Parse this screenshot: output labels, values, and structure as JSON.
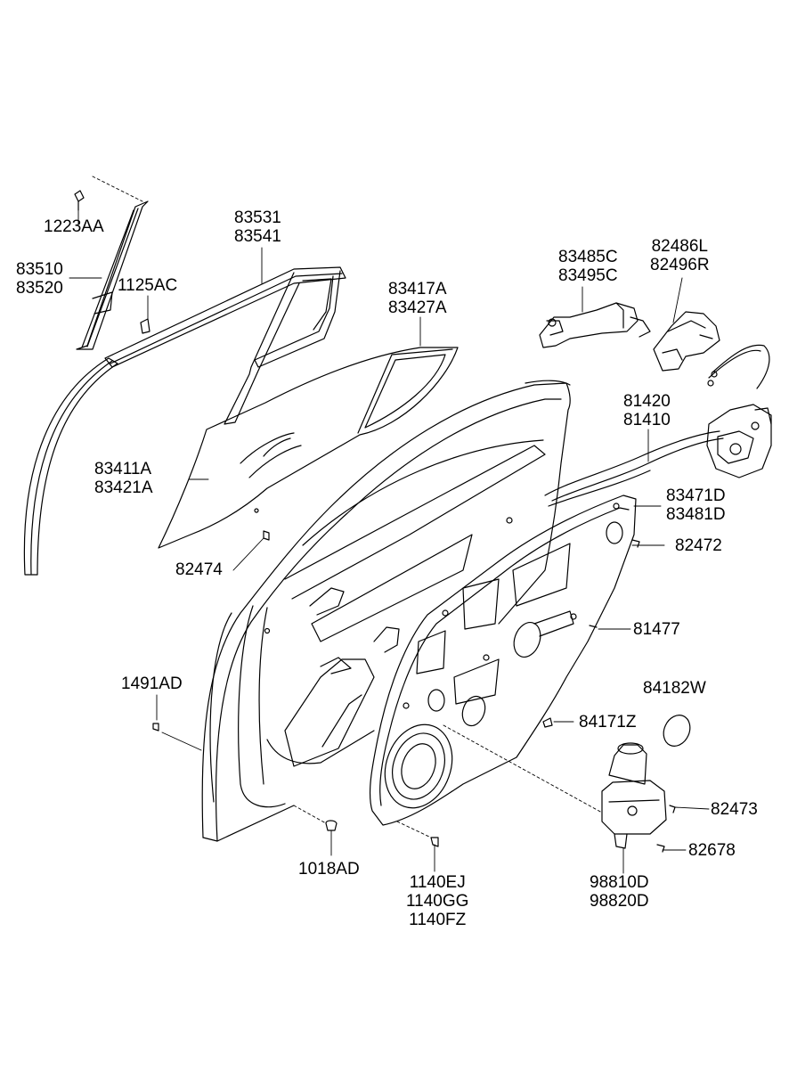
{
  "callouts": [
    {
      "id": "c1223",
      "lines": [
        "1223AA"
      ]
    },
    {
      "id": "c83510",
      "lines": [
        "83510",
        "83520"
      ]
    },
    {
      "id": "c1125",
      "lines": [
        "1125AC"
      ]
    },
    {
      "id": "c83531",
      "lines": [
        "83531",
        "83541"
      ]
    },
    {
      "id": "c83417",
      "lines": [
        "83417A",
        "83427A"
      ]
    },
    {
      "id": "c83485",
      "lines": [
        "83485C",
        "83495C"
      ]
    },
    {
      "id": "c82486",
      "lines": [
        "82486L",
        "82496R"
      ]
    },
    {
      "id": "c81420",
      "lines": [
        "81420",
        "81410"
      ]
    },
    {
      "id": "c83411",
      "lines": [
        "83411A",
        "83421A"
      ]
    },
    {
      "id": "c83471",
      "lines": [
        "83471D",
        "83481D"
      ]
    },
    {
      "id": "c82472",
      "lines": [
        "82472"
      ]
    },
    {
      "id": "c82474",
      "lines": [
        "82474"
      ]
    },
    {
      "id": "c81477",
      "lines": [
        "81477"
      ]
    },
    {
      "id": "c1491",
      "lines": [
        "1491AD"
      ]
    },
    {
      "id": "c84182",
      "lines": [
        "84182W"
      ]
    },
    {
      "id": "c84171",
      "lines": [
        "84171Z"
      ]
    },
    {
      "id": "c82473",
      "lines": [
        "82473"
      ]
    },
    {
      "id": "c82678",
      "lines": [
        "82678"
      ]
    },
    {
      "id": "c1018",
      "lines": [
        "1018AD"
      ]
    },
    {
      "id": "c1140",
      "lines": [
        "1140EJ",
        "1140GG",
        "1140FZ"
      ]
    },
    {
      "id": "c98810",
      "lines": [
        "98810D",
        "98820D"
      ]
    }
  ]
}
